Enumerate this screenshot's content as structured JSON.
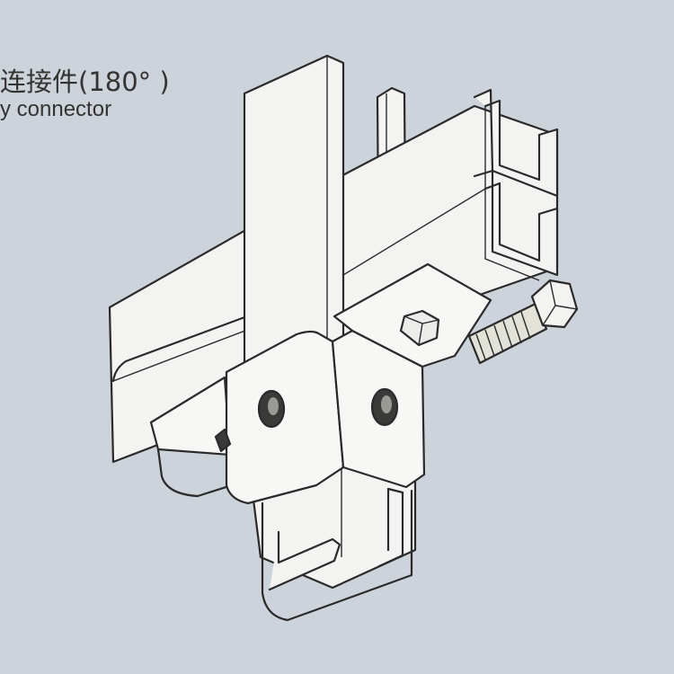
{
  "caption": {
    "title_cn": "连接件(180°  )",
    "title_en": "y connector"
  },
  "colors": {
    "background": "#cdd3da",
    "channel_fill": "#f3f3f1",
    "plate_fill": "#f7f7f5",
    "outline": "#2a2a2a",
    "bolt_thread": "#e2e2d8",
    "hole": "#3a3a38"
  },
  "parts": {
    "vertical_channel": "vertical strut channel",
    "horizontal_channel": "double horizontal strut channel",
    "back_channel": "rear strut channel",
    "bracket": "180 degree corner bracket",
    "bolt": "hex bolt",
    "nut": "hex nut"
  }
}
